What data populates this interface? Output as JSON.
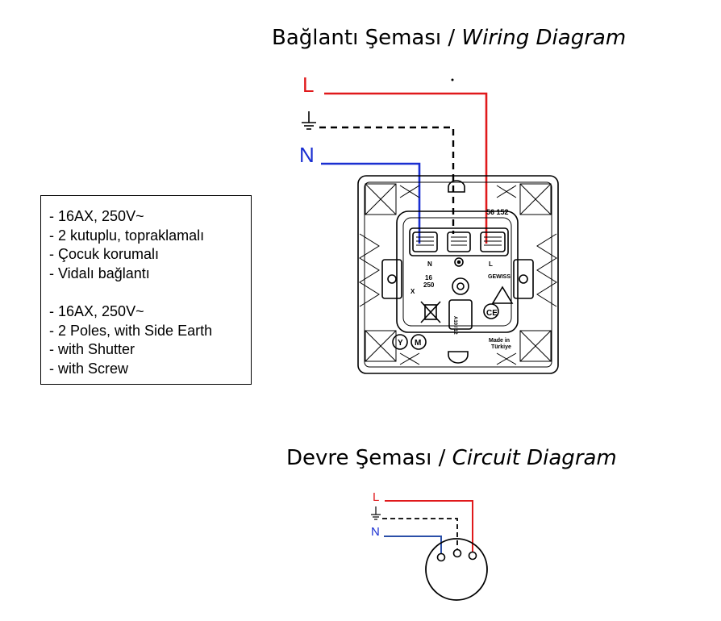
{
  "wiring_title": {
    "main": "Bağlantı Şeması / ",
    "italic": "Wiring Diagram"
  },
  "circuit_title": {
    "main": "Devre Şeması / ",
    "italic": "Circuit Diagram"
  },
  "specs_tr": [
    "- 16AX, 250V~",
    "- 2 kutuplu, topraklamalı",
    "- Çocuk korumalı",
    "- Vidalı bağlantı"
  ],
  "specs_en": [
    "- 16AX, 250V~",
    "- 2 Poles, with Side Earth",
    "- with Shutter",
    "- with Screw"
  ],
  "wires": {
    "line_label": "L",
    "neutral_label": "N",
    "earth_symbol": "earth-ground-icon"
  },
  "socket_markings": {
    "model": "56 152",
    "terminal_n": "N",
    "terminal_l": "L",
    "rating_top": "16",
    "rating_bottom": "250",
    "brand": "GEWISS",
    "made_in": "Made in",
    "country": "Türkiye",
    "ce": "CE",
    "mark_y": "Y",
    "mark_m": "M",
    "x_mark": "X",
    "side_codes": "A10 / 12"
  },
  "colors": {
    "line": "#e0191b",
    "neutral": "#1a2fd1",
    "earth": "#000000",
    "circuit_neutral": "#2b4fa8"
  }
}
